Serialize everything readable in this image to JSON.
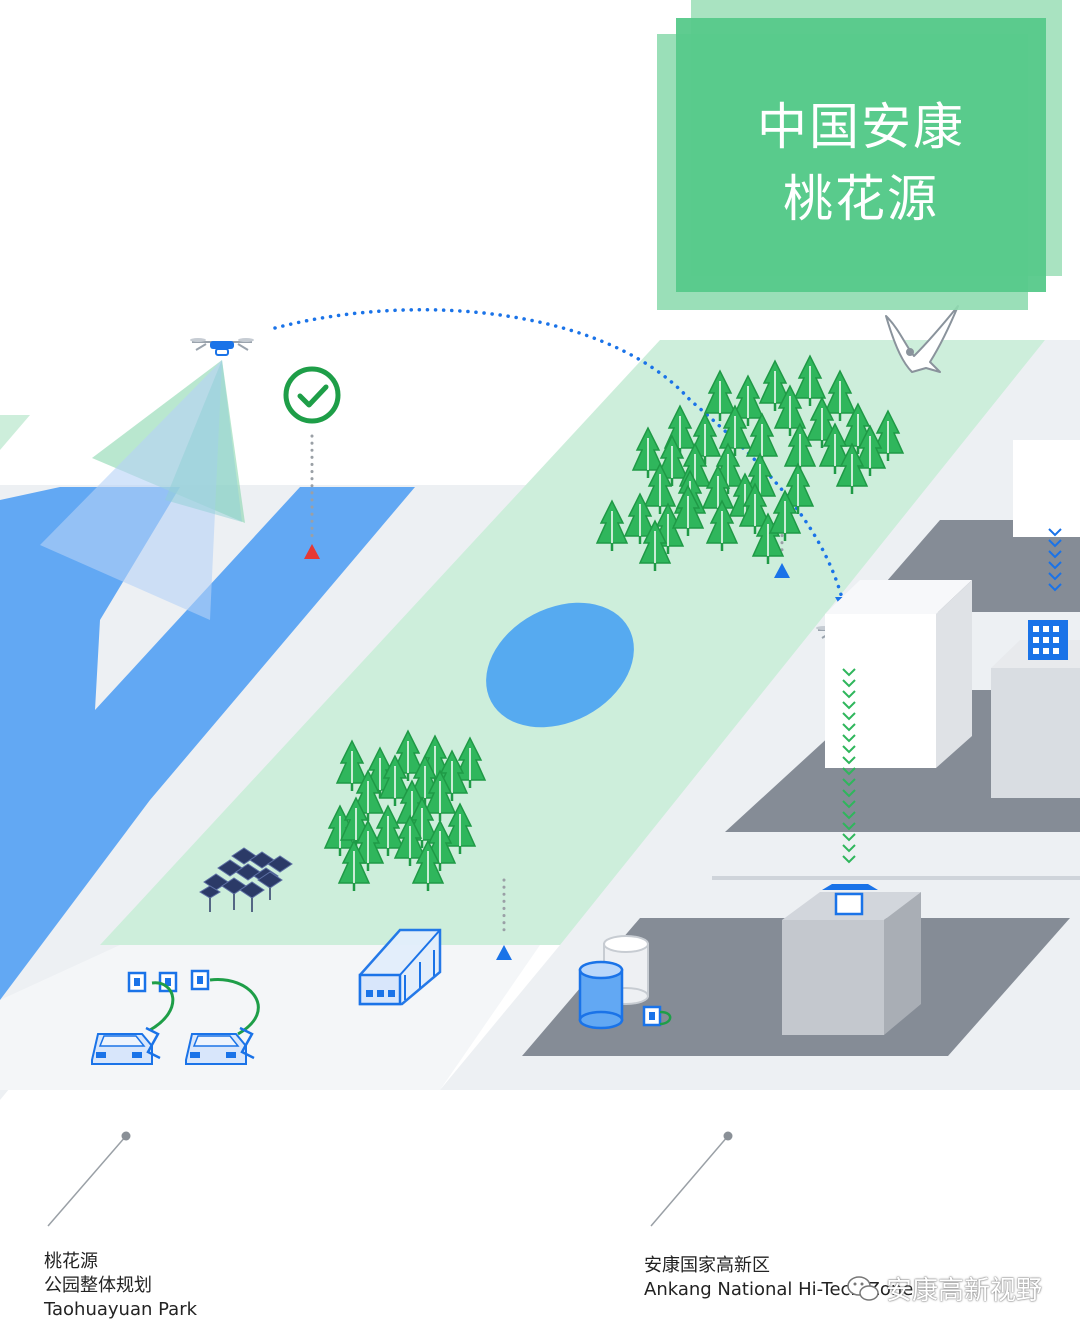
{
  "title": {
    "line1": "中国安康",
    "line2": "桃花源"
  },
  "labels": {
    "left": {
      "line1": "桃花源",
      "line2": "公园整体规划",
      "line3": "Taohuayuan Park"
    },
    "right": {
      "line1": "安康国家高新区",
      "line2": "Ankang National Hi-Tech Zone"
    }
  },
  "watermark": {
    "text": "安康高新视野",
    "icon": "wechat-icon"
  },
  "icons": [
    "drone-icon",
    "check-circle-icon",
    "bird-icon",
    "tree-icon",
    "solar-panel-icon",
    "truck-icon",
    "bus-icon",
    "charger-icon",
    "building-icon",
    "storage-tank-icon",
    "package-icon"
  ],
  "colors": {
    "title_green": "#56c98a",
    "title_green_light": "#a9e3c1",
    "park_green": "#cdeedb",
    "tree_green": "#2fb65c",
    "river_blue": "#62a8f3",
    "pond_blue": "#56aaf0",
    "route_blue": "#1a73e8",
    "building_gray": "#858c96",
    "check_green": "#1e9e48",
    "marker_red": "#e53935"
  }
}
